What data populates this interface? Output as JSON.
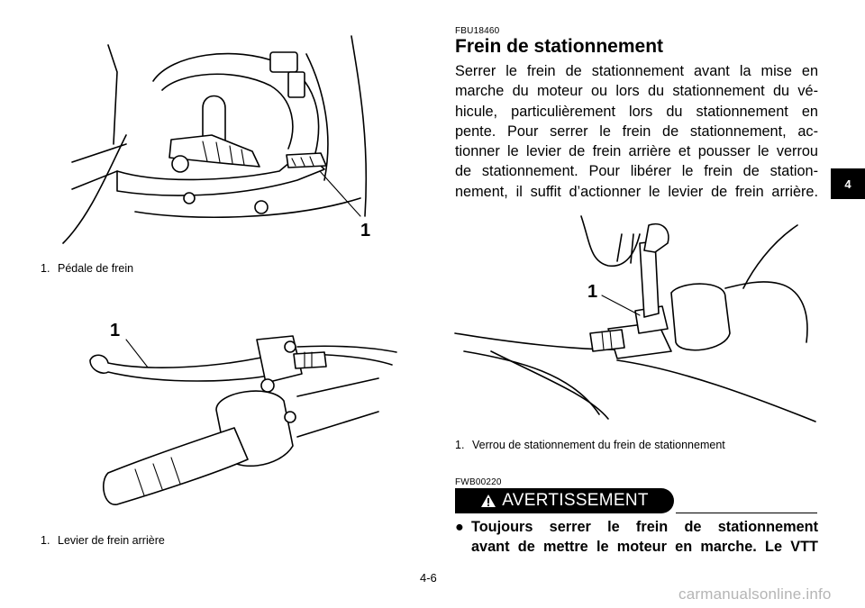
{
  "page": {
    "section_tab": "4",
    "page_number": "4-6",
    "watermark": "carmanualsonline.info"
  },
  "figures": [
    {
      "callout": "1",
      "caption_num": "1.",
      "caption_text": "Pédale de frein"
    },
    {
      "callout": "1",
      "caption_num": "1.",
      "caption_text": "Levier de frein arrière"
    },
    {
      "callout": "1",
      "caption_num": "1.",
      "caption_text": "Verrou de stationnement du frein de stationnement"
    }
  ],
  "section": {
    "code": "FBU18460",
    "title": "Frein de stationnement",
    "body_lines": [
      "Serrer le frein de stationnement avant la mise en",
      "marche du moteur ou lors du stationnement du vé-",
      "hicule, particulièrement lors du stationnement en",
      "pente. Pour serrer le frein de stationnement, ac-",
      "tionner le levier de frein arrière et pousser le verrou",
      "de stationnement. Pour libérer le frein de station-",
      "nement, il suffit d’actionner le levier de frein arrière."
    ]
  },
  "warning": {
    "code": "FWB00220",
    "label": "AVERTISSEMENT",
    "bullet_glyph": "●",
    "bullet_lines": [
      "Toujours serrer le frein de stationnement",
      "avant de mettre le moteur en marche. Le VTT"
    ]
  }
}
